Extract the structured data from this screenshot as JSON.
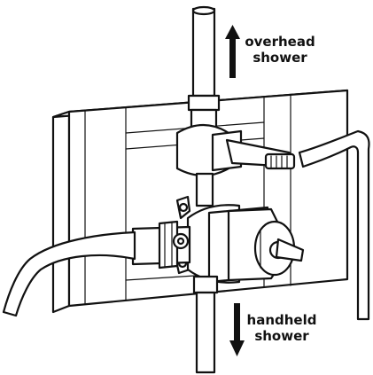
{
  "labels": {
    "overhead_line1": "overhead",
    "overhead_line2": "shower",
    "handheld_line1": "handheld",
    "handheld_line2": "shower"
  },
  "colors": {
    "ink": "#111111",
    "paper": "#ffffff"
  },
  "icons": {
    "up": "arrow-up-icon",
    "down": "arrow-down-icon"
  }
}
